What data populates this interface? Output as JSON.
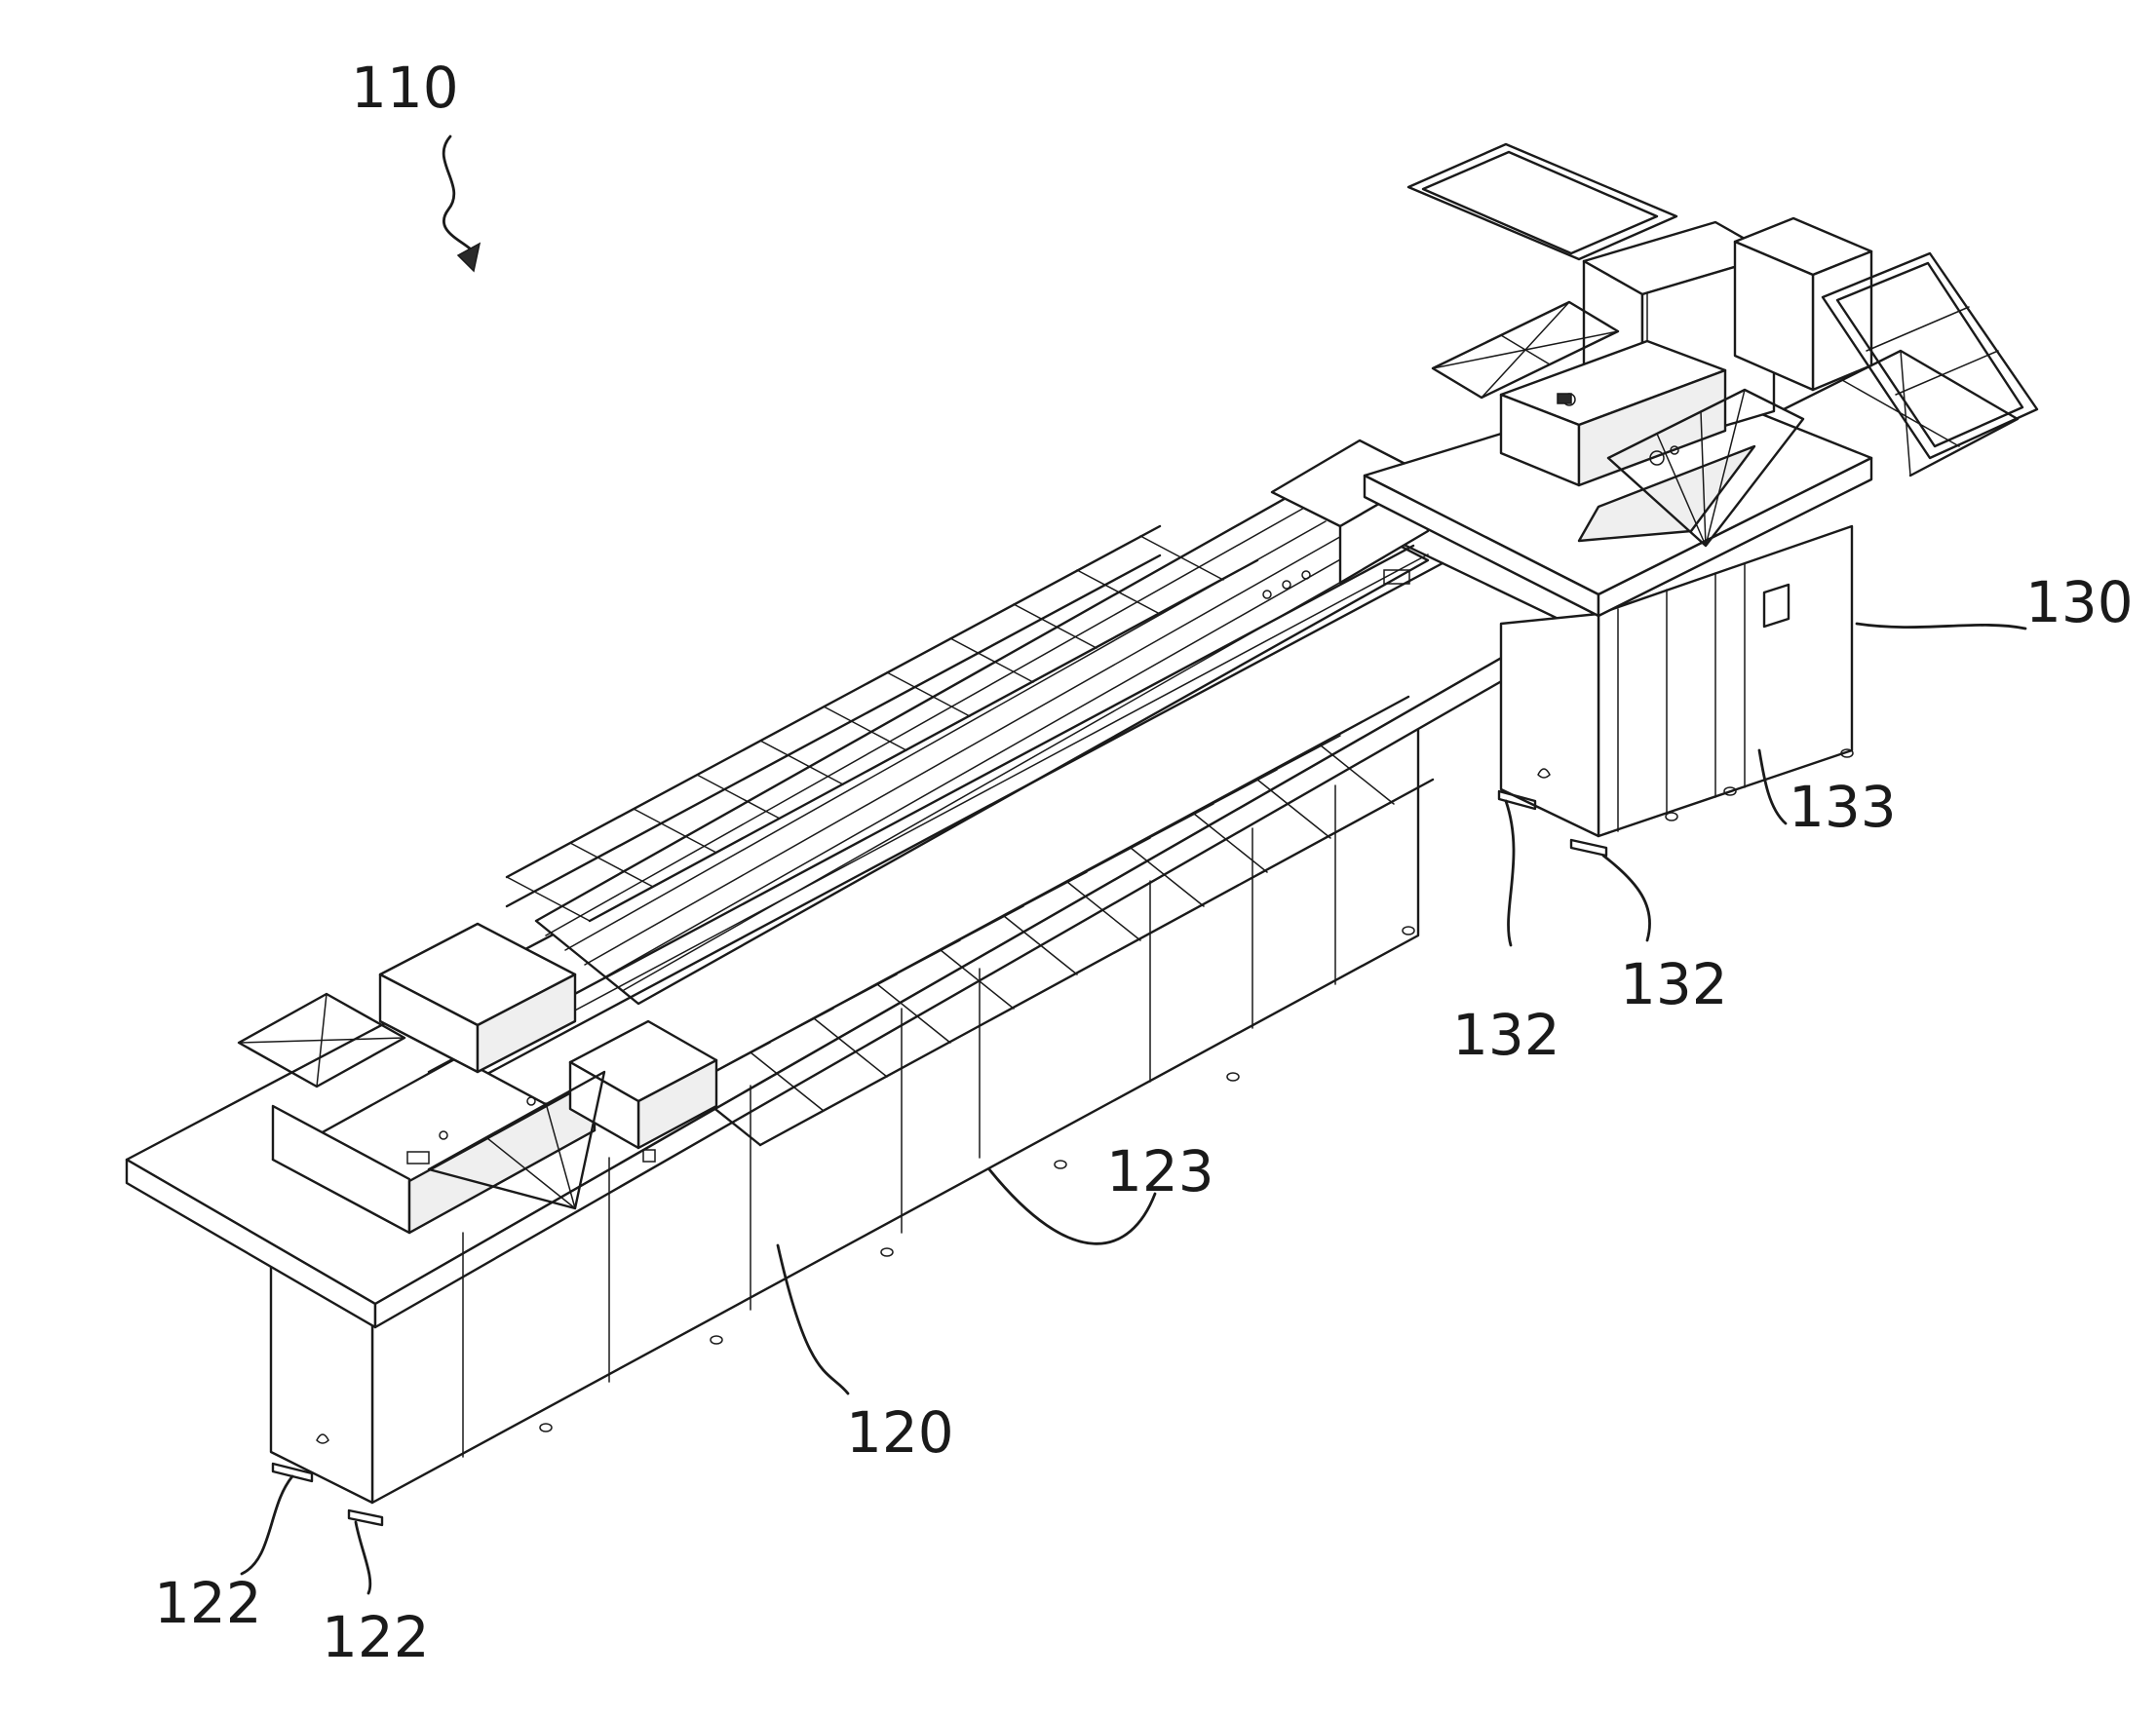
{
  "figure": {
    "labels": {
      "r110": "110",
      "r120": "120",
      "r122a": "122",
      "r122b": "122",
      "r123": "123",
      "r130": "130",
      "r132a": "132",
      "r132b": "132",
      "r133": "133"
    },
    "colors": {
      "line": "#1a1a1a",
      "background": "#ffffff"
    }
  }
}
